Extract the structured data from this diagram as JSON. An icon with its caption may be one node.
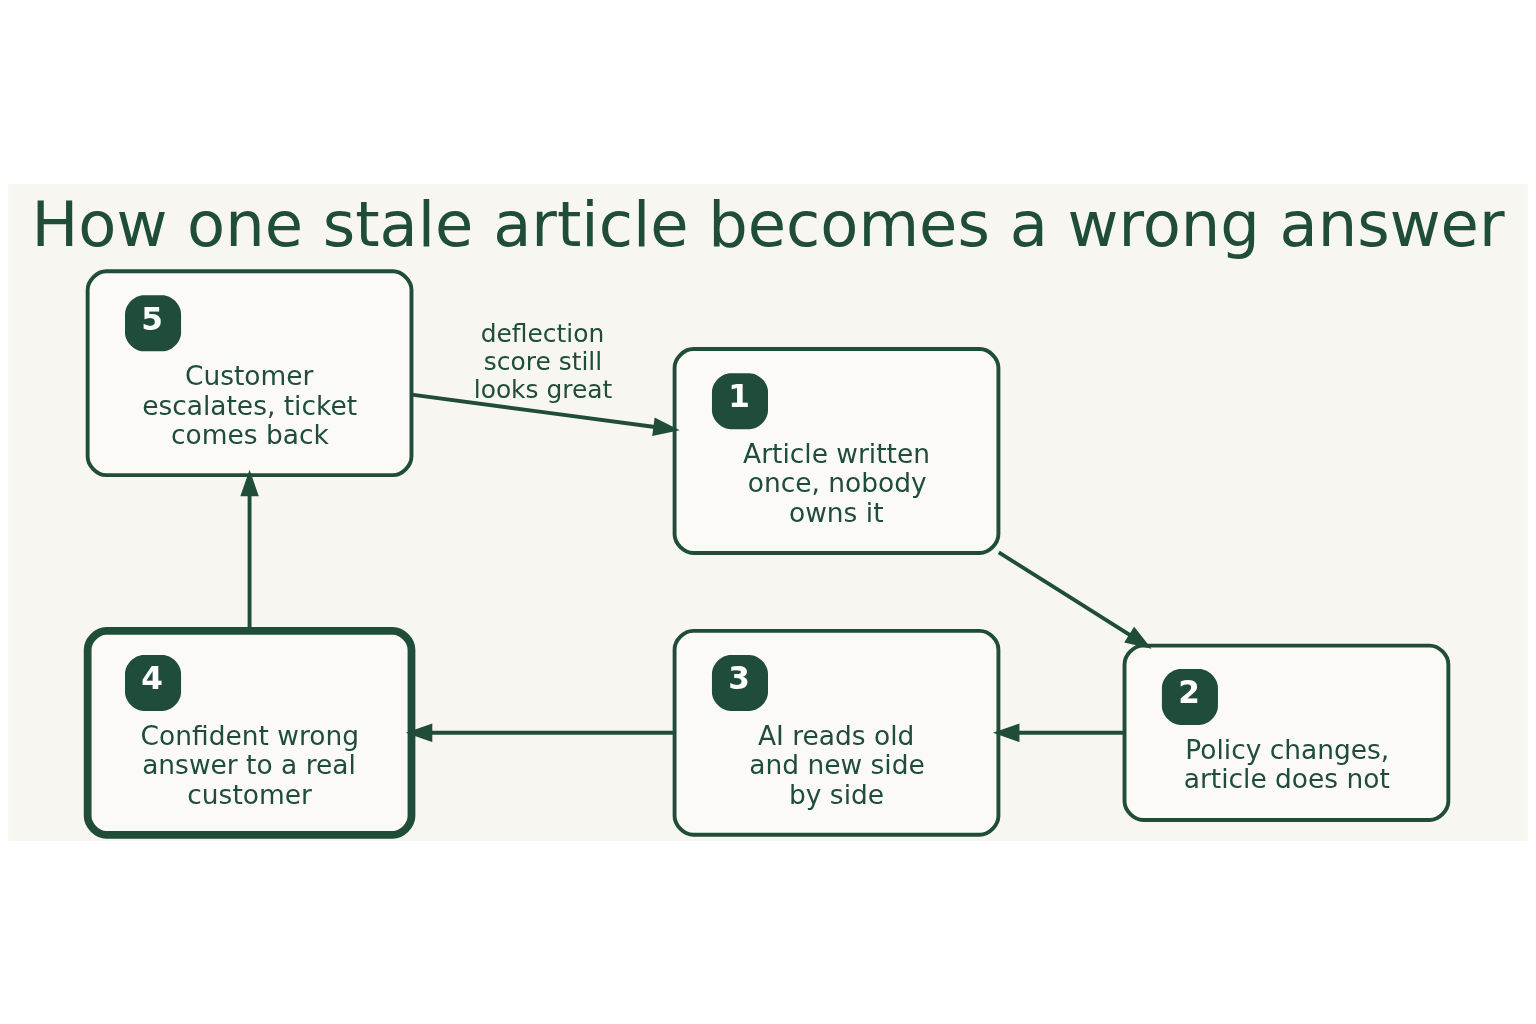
{
  "diagram": {
    "title": "How one stale article becomes a wrong answer",
    "nodes": [
      {
        "text": [
          "1",
          "Article written once, nobody owns it"
        ]
      },
      {
        "text": [
          "2",
          "Policy changes, article does not"
        ]
      },
      {
        "text": [
          "3",
          "AI reads old and new side by side"
        ]
      },
      {
        "text": [
          "4",
          "Confident wrong answer to a real customer"
        ]
      },
      {
        "text": [
          "5",
          "Customer escalates, ticket comes back"
        ]
      }
    ],
    "edges": [
      {
        "from": 0,
        "to": 1,
        "arrow": "to"
      },
      {
        "from": 1,
        "to": 2,
        "arrow": "to"
      },
      {
        "from": 2,
        "to": 3,
        "arrow": "to"
      },
      {
        "from": 3,
        "to": 4,
        "arrow": "to"
      },
      {
        "from": 4,
        "to": 0,
        "arrow": "to",
        "label": "deflection score still looks great"
      }
    ]
  }
}
